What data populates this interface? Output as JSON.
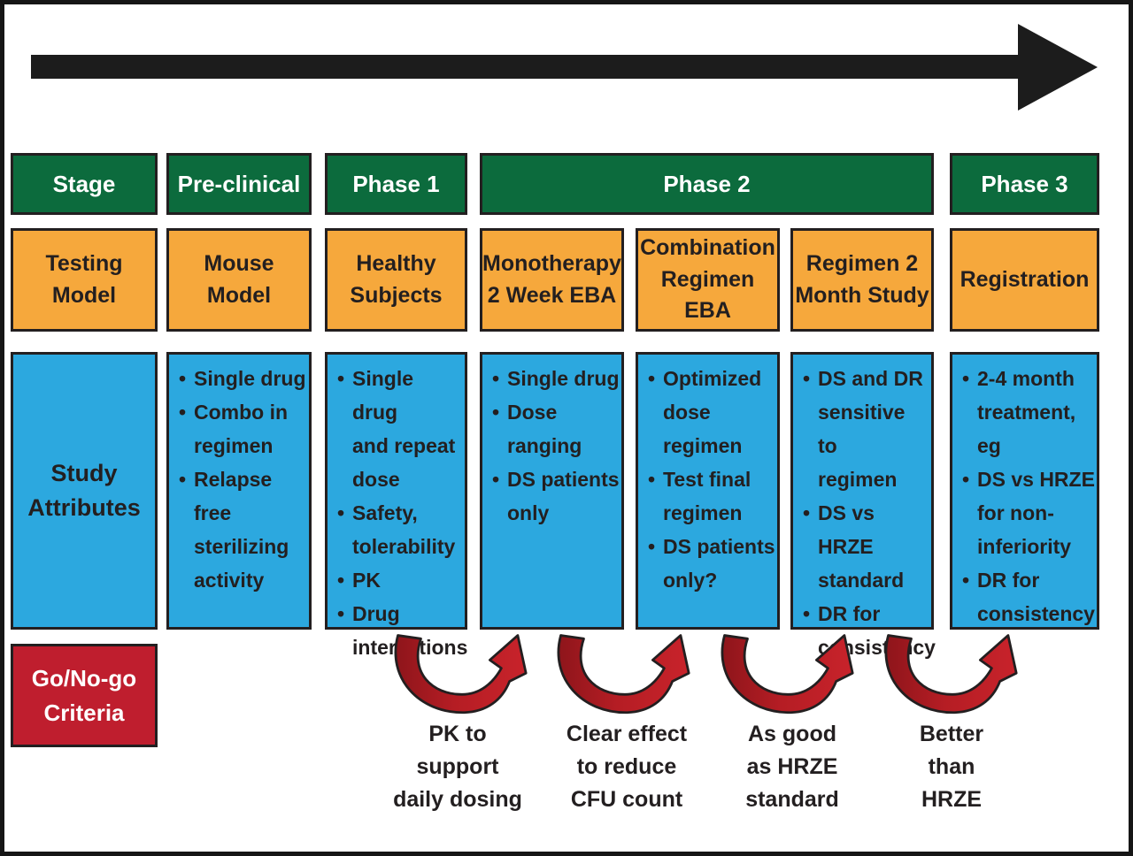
{
  "colors": {
    "stage_green": "#0C6B3D",
    "model_orange": "#F6A83C",
    "attr_blue": "#2CA8DF",
    "go_red": "#BF1E2E",
    "arrow_red": "#C01E26",
    "outline_black": "#231F20"
  },
  "legend": {
    "stage": "Stage",
    "testing_model": "Testing\nModel",
    "study_attributes": "Study\nAttributes",
    "go_no_go": "Go/No-go\nCriteria"
  },
  "stages": [
    {
      "label": "Pre-clinical"
    },
    {
      "label": "Phase 1"
    },
    {
      "label": "Phase 2"
    },
    {
      "label": "Phase 3"
    }
  ],
  "columns": [
    {
      "model": "Mouse\nModel",
      "attributes": [
        "Single drug",
        "Combo in\nregimen",
        "Relapse\nfree\nsterilizing\nactivity"
      ]
    },
    {
      "model": "Healthy\nSubjects",
      "attributes": [
        "Single drug\nand repeat\ndose",
        "Safety,\ntolerability",
        "PK",
        "Drug\ninteractions"
      ]
    },
    {
      "model": "Monotherapy\n2 Week EBA",
      "attributes": [
        "Single drug",
        "Dose\nranging",
        "DS patients\nonly"
      ]
    },
    {
      "model": "Combination\nRegimen EBA",
      "attributes": [
        "Optimized\ndose\nregimen",
        "Test final\nregimen",
        "DS patients\nonly?"
      ]
    },
    {
      "model": "Regimen 2\nMonth Study",
      "attributes": [
        "DS and DR\nsensitive to\nregimen",
        "DS vs HRZE\nstandard",
        "DR for\nconsistency"
      ]
    },
    {
      "model": "Registration",
      "attributes": [
        "2-4 month\ntreatment, eg",
        "DS vs HRZE\nfor non-\ninferiority",
        "DR for\nconsistency"
      ]
    }
  ],
  "go_criteria": [
    "PK to\nsupport\ndaily dosing",
    "Clear effect\nto reduce\nCFU count",
    "As good\nas HRZE\nstandard",
    "Better\nthan\nHRZE"
  ]
}
